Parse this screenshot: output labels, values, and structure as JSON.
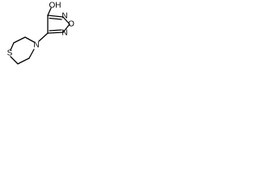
{
  "molecule": {
    "atoms": {
      "hydroxyl": "OH",
      "ring_oxygen": "O",
      "ring_nitrogen_top": "N",
      "ring_nitrogen_bottom": "N",
      "morpholine_nitrogen": "N",
      "thio_sulfur": "S"
    },
    "colors": {
      "bond": "#000000",
      "text": "#000000",
      "background": "#ffffff"
    }
  }
}
